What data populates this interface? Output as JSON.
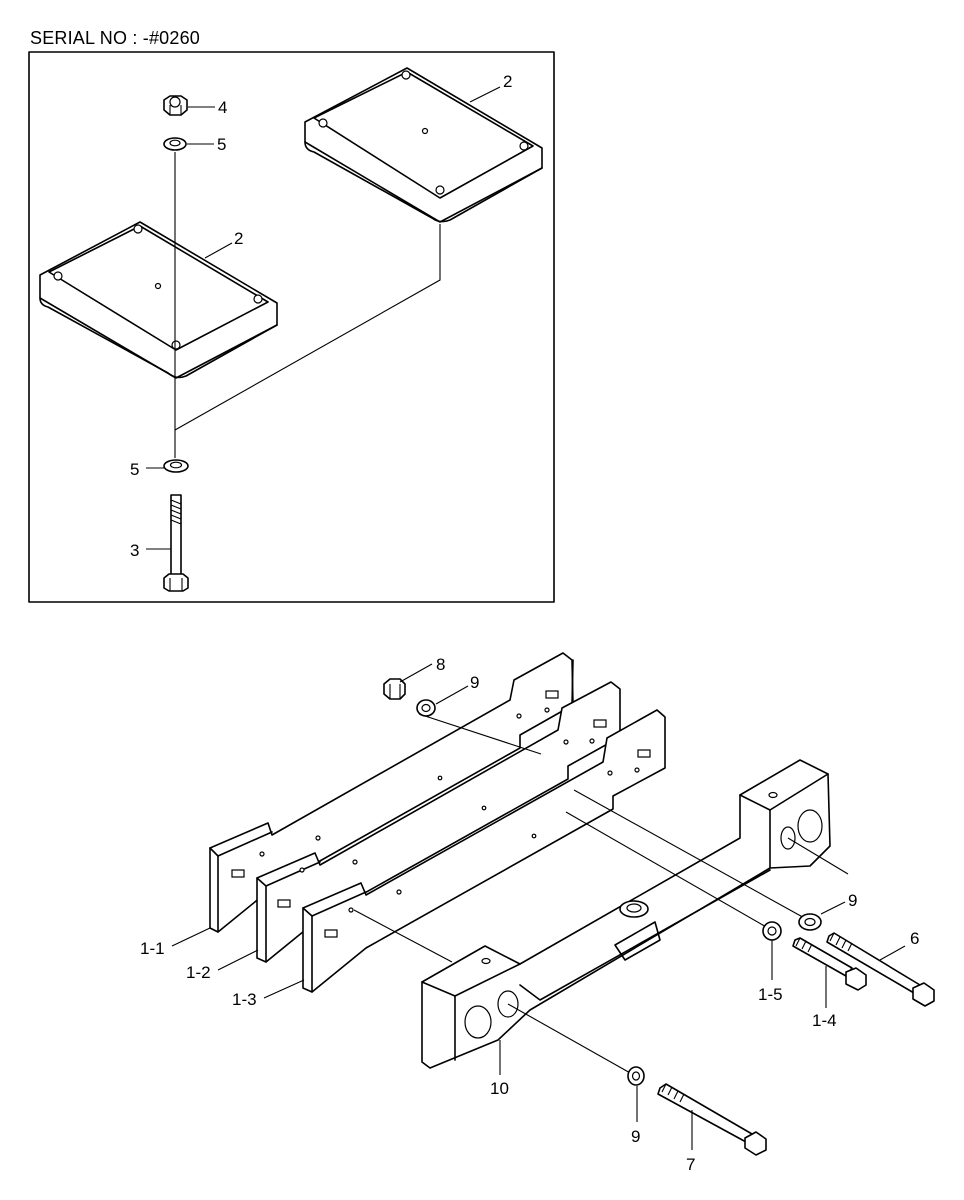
{
  "header": {
    "serial": "SERIAL NO : -#0260"
  },
  "labels": {
    "p4": "4",
    "p5_top": "5",
    "p2_right": "2",
    "p2_left": "2",
    "p5_bottom": "5",
    "p3": "3",
    "p8": "8",
    "p9_top": "9",
    "p9_right": "9",
    "p6": "6",
    "p1_1": "1-1",
    "p1_2": "1-2",
    "p1_3": "1-3",
    "p1_5": "1-5",
    "p1_4": "1-4",
    "p10": "10",
    "p9_bottom": "9",
    "p7": "7"
  }
}
